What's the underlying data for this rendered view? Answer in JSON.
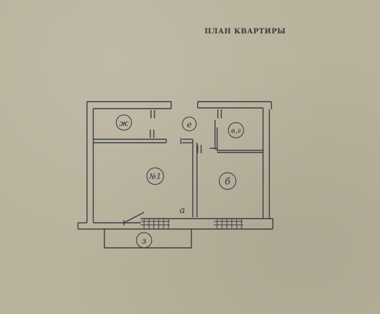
{
  "title": "ПЛАН КВАРТИРЫ",
  "rooms": {
    "kitchen": "ж",
    "hall": "е",
    "bathroom": "в,г",
    "room_1": "№1",
    "room_2": "б",
    "entry": "а",
    "balcony": "з"
  },
  "colors": {
    "paper": "#b8b29c",
    "ink": "#2f3140",
    "print": "#3b3a36"
  }
}
